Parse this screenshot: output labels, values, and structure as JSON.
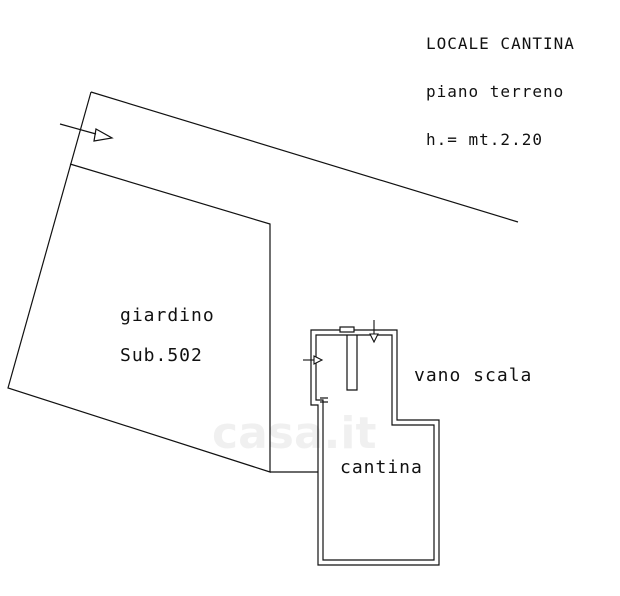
{
  "header": {
    "title": "LOCALE CANTINA",
    "floor": "piano terreno",
    "height": "h.= mt.2.20"
  },
  "rooms": {
    "garden_name": "giardino",
    "garden_sub": "Sub.502",
    "stair": "vano scala",
    "cellar": "cantina"
  },
  "watermark": "casa.it",
  "colors": {
    "line": "#111111",
    "background": "#ffffff"
  }
}
